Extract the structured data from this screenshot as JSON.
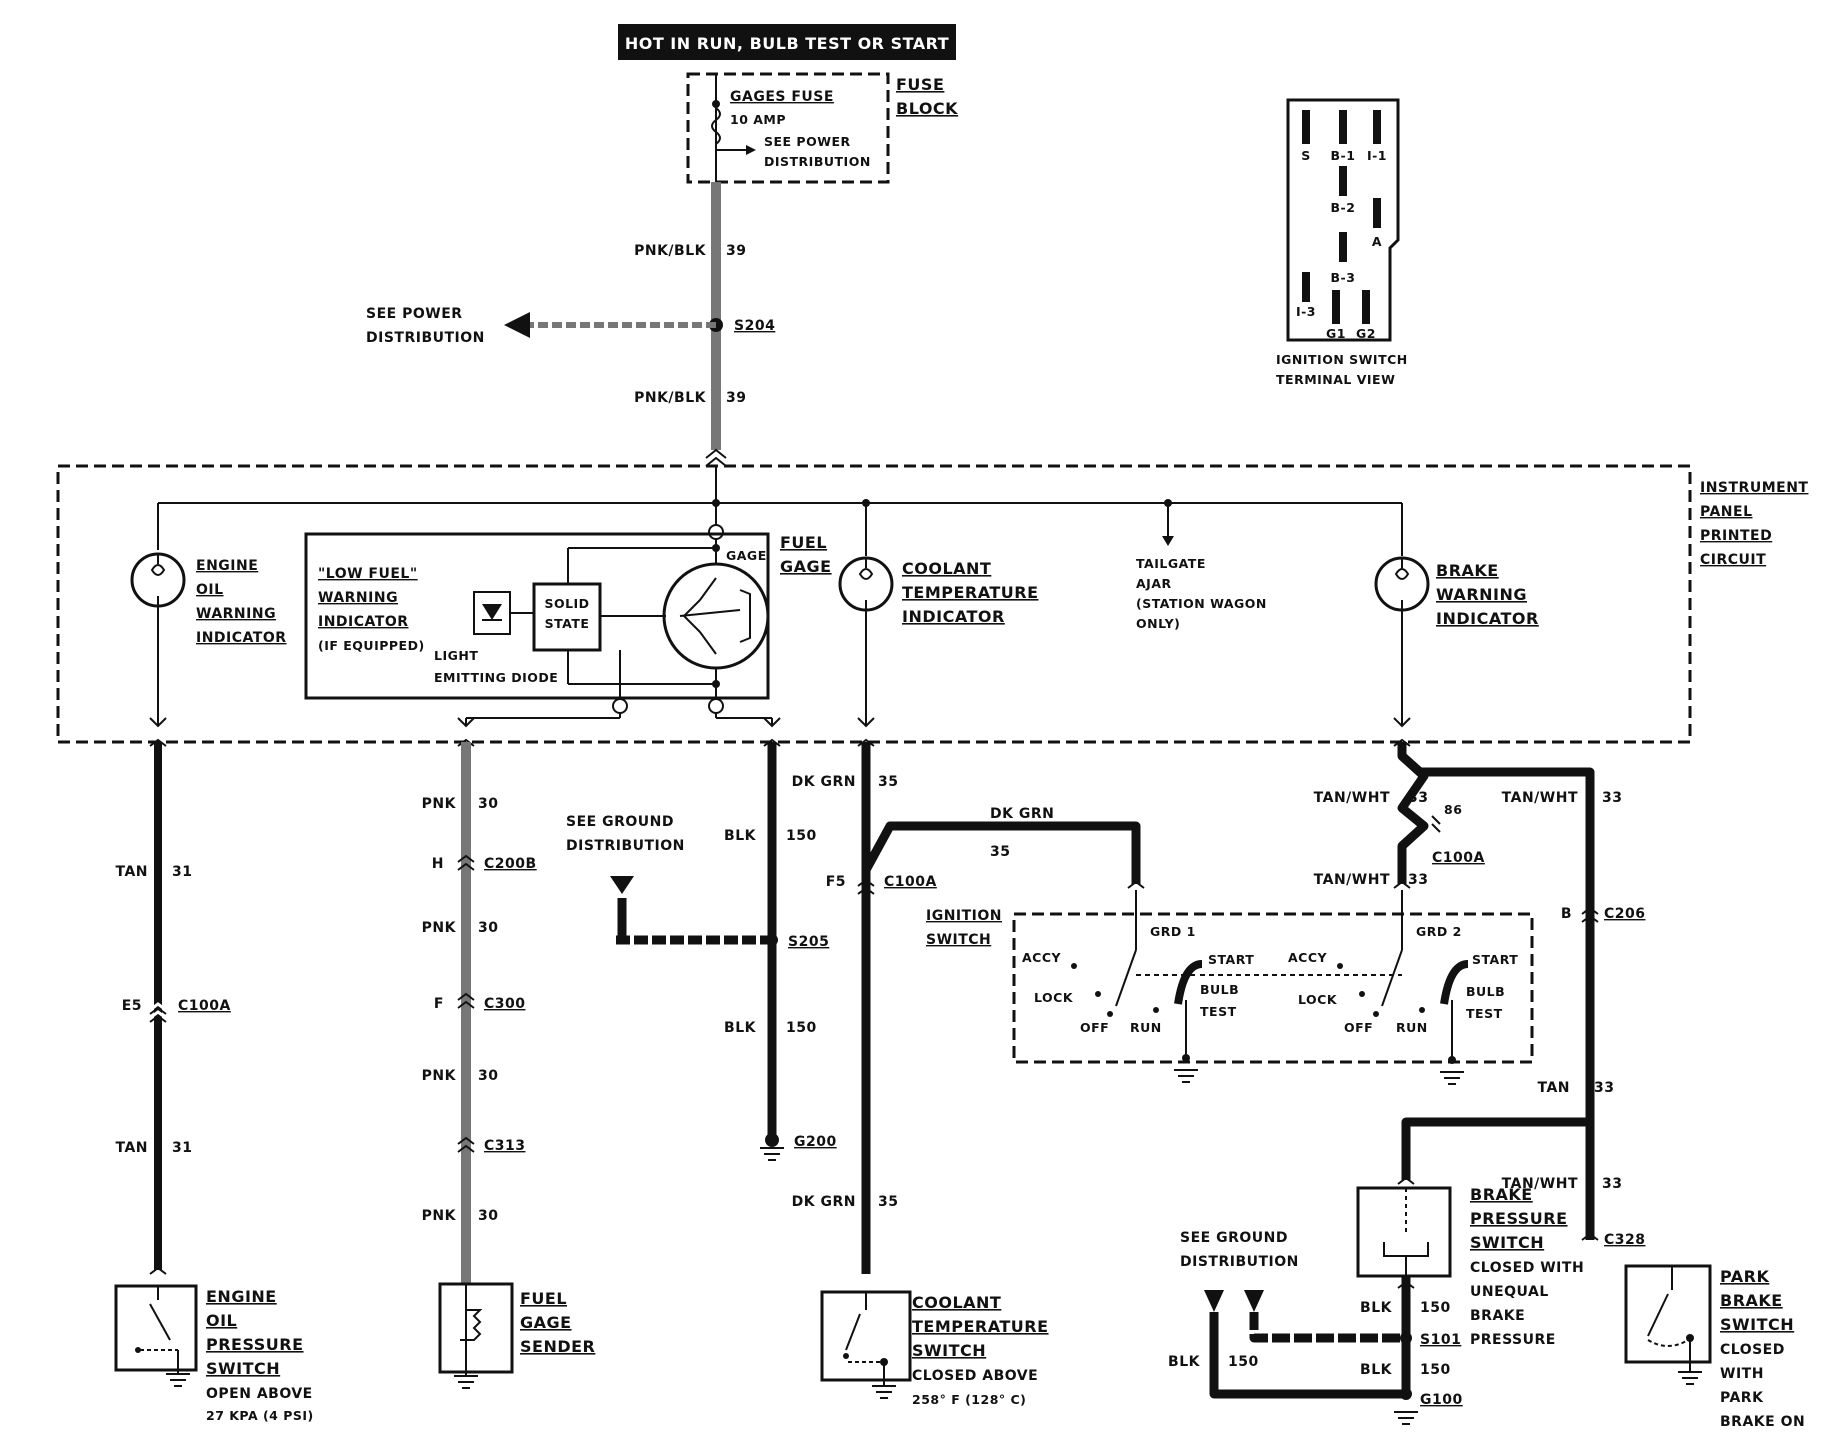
{
  "header": {
    "title": "HOT IN RUN,   BULB TEST OR START"
  },
  "fuse": {
    "name": "GAGES FUSE",
    "rating": "10 AMP",
    "see_power_1": "SEE POWER",
    "see_power_2": "DISTRIBUTION",
    "block_1": "FUSE",
    "block_2": "BLOCK"
  },
  "feed": {
    "wire_top_color": "PNK/BLK",
    "wire_top_num": "39",
    "splice": "S204",
    "see_power_1": "SEE POWER",
    "see_power_2": "DISTRIBUTION",
    "wire_bot_color": "PNK/BLK",
    "wire_bot_num": "39"
  },
  "ignition_view": {
    "terminals": [
      "S",
      "B-1",
      "I-1",
      "B-2",
      "A",
      "B-3",
      "I-3",
      "G1",
      "G2"
    ],
    "caption_1": "IGNITION SWITCH",
    "caption_2": "TERMINAL VIEW"
  },
  "ipc": {
    "label": [
      "INSTRUMENT",
      "PANEL",
      "PRINTED",
      "CIRCUIT"
    ],
    "engine_oil": [
      "ENGINE",
      "OIL",
      "WARNING",
      "INDICATOR"
    ],
    "low_fuel": [
      "\"LOW FUEL\"",
      "WARNING",
      "INDICATOR",
      "(IF EQUIPPED)"
    ],
    "solid_state": [
      "SOLID",
      "STATE"
    ],
    "led": [
      "LIGHT",
      "EMITTING DIODE"
    ],
    "gage": "GAGE",
    "fuel_gage": [
      "FUEL",
      "GAGE"
    ],
    "coolant": [
      "COOLANT",
      "TEMPERATURE",
      "INDICATOR"
    ],
    "tailgate": [
      "TAILGATE",
      "AJAR",
      "(STATION WAGON",
      "ONLY)"
    ],
    "brake": [
      "BRAKE",
      "WARNING",
      "INDICATOR"
    ]
  },
  "oil_circuit": {
    "wire1_color": "TAN",
    "wire1_num": "31",
    "conn_pin": "E5",
    "conn": "C100A",
    "wire2_color": "TAN",
    "wire2_num": "31",
    "switch": [
      "ENGINE",
      "OIL",
      "PRESSURE",
      "SWITCH"
    ],
    "note": [
      "OPEN ABOVE",
      "27 KPA (4 PSI)"
    ]
  },
  "fuel_circuit": {
    "wire_color": "PNK",
    "wire_num": "30",
    "c1_pin": "H",
    "c1": "C200B",
    "c2_pin": "F",
    "c2": "C300",
    "c3": "C313",
    "sender": [
      "FUEL",
      "GAGE",
      "SENDER"
    ]
  },
  "ground_circuit": {
    "see_ground_1": "SEE GROUND",
    "see_ground_2": "DISTRIBUTION",
    "wire_color": "BLK",
    "wire_num": "150",
    "splice": "S205",
    "ground": "G200"
  },
  "coolant_circuit": {
    "wire_color": "DK GRN",
    "wire_num": "35",
    "conn_pin": "F5",
    "conn": "C100A",
    "switch": [
      "COOLANT",
      "TEMPERATURE",
      "SWITCH"
    ],
    "note": [
      "CLOSED ABOVE",
      "258° F (128° C)"
    ]
  },
  "ignition_switch": {
    "label": [
      "IGNITION",
      "SWITCH"
    ],
    "grd1": "GRD 1",
    "grd2": "GRD 2",
    "accy": "ACCY",
    "lock": "LOCK",
    "off": "OFF",
    "run": "RUN",
    "start": "START",
    "bulb": "BULB",
    "test": "TEST"
  },
  "brake_circuit": {
    "tanwht": "TAN/WHT",
    "num33": "33",
    "pin86": "86",
    "conn": "C100A",
    "tan": "TAN",
    "c206_pin": "B",
    "c206": "C206",
    "c328": "C328",
    "pressure_switch": [
      "BRAKE",
      "PRESSURE",
      "SWITCH"
    ],
    "pressure_note": [
      "CLOSED WITH",
      "UNEQUAL",
      "BRAKE",
      "PRESSURE"
    ],
    "see_ground_1": "SEE GROUND",
    "see_ground_2": "DISTRIBUTION",
    "blk": "BLK",
    "n150": "150",
    "splice": "S101",
    "ground": "G100",
    "park_switch": [
      "PARK",
      "BRAKE",
      "SWITCH"
    ],
    "park_note": [
      "CLOSED",
      "WITH",
      "PARK",
      "BRAKE ON"
    ]
  }
}
